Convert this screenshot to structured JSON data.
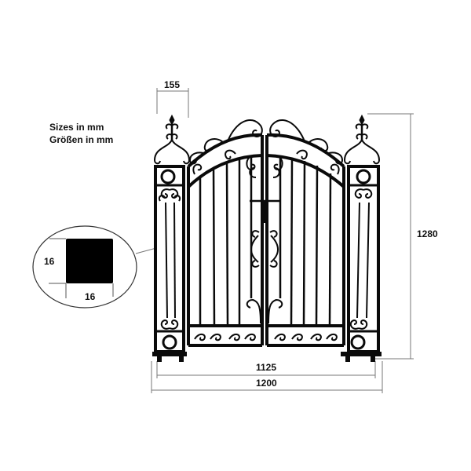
{
  "legend": {
    "line1": "Sizes in mm",
    "line2": "Größen in mm"
  },
  "dimensions": {
    "pillar_width": "155",
    "total_height": "1280",
    "inner_width": "1125",
    "total_width": "1200",
    "bar_height": "16",
    "bar_width": "16"
  },
  "detail": {
    "label": "square-bar-cross-section"
  },
  "colors": {
    "iron": "#0a0a0a",
    "dimension_line": "#777777",
    "background": "#ffffff"
  }
}
